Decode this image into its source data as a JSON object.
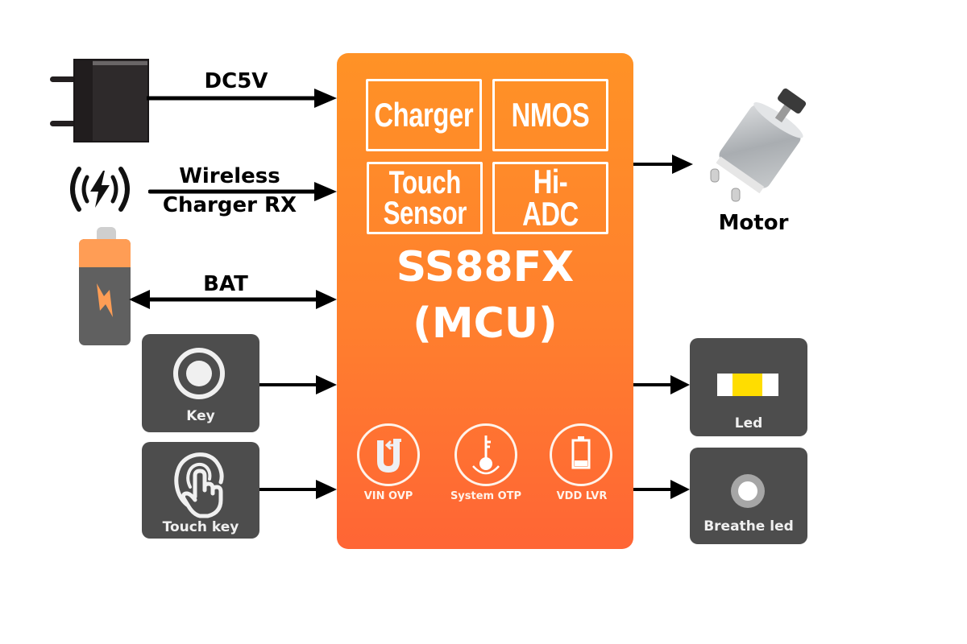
{
  "inputs": {
    "dc5v": {
      "label": "DC5V",
      "icon": "power-adapter-icon"
    },
    "wireless": {
      "label_line1": "Wireless",
      "label_line2": "Charger RX",
      "icon": "wireless-charging-icon"
    },
    "battery": {
      "label": "BAT",
      "icon": "battery-icon",
      "direction": "bidirectional"
    },
    "key": {
      "label": "Key",
      "icon": "push-button-icon"
    },
    "touch_key": {
      "label": "Touch key",
      "icon": "touch-finger-icon"
    }
  },
  "mcu": {
    "name": "SS88FX",
    "subtitle": "(MCU)",
    "features": [
      {
        "label": "Charger"
      },
      {
        "label": "NMOS"
      },
      {
        "label_line1": "Touch",
        "label_line2": "Sensor"
      },
      {
        "label": "Hi-ADC"
      }
    ],
    "protections": [
      {
        "label": "VIN OVP",
        "icon": "magnet-icon"
      },
      {
        "label": "System OTP",
        "icon": "thermometer-icon"
      },
      {
        "label": "VDD LVR",
        "icon": "low-battery-icon"
      }
    ],
    "colors": {
      "top": "#ff9226",
      "bottom": "#ff6535"
    }
  },
  "outputs": {
    "motor": {
      "label": "Motor",
      "icon": "dc-motor-icon"
    },
    "led": {
      "label": "Led",
      "icon": "smd-led-icon",
      "color": "#ffdd00"
    },
    "breathe_led": {
      "label": "Breathe led",
      "icon": "round-led-icon"
    }
  },
  "colors": {
    "tile": "#4d4d4d",
    "battery_accent": "#ff9d55",
    "arrow": "#000000"
  }
}
